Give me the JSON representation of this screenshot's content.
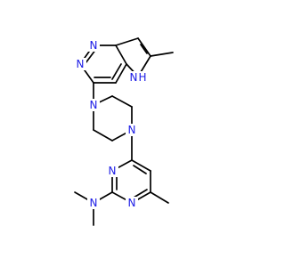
{
  "structure": {
    "atom_labels": {
      "pyrimidine_top_n1": "N",
      "pyrimidine_top_n3": "N",
      "pyrrole_nh": "N",
      "pyrrole_h": "H",
      "piperazine_n_top": "N",
      "piperazine_n_bottom": "N",
      "pyrimidine_bottom_n1": "N",
      "pyrimidine_bottom_n3": "N",
      "dimethylamino_n": "N"
    },
    "colors": {
      "bond": "#000000",
      "nitrogen": "#1a1ae6",
      "background": "#ffffff"
    }
  }
}
